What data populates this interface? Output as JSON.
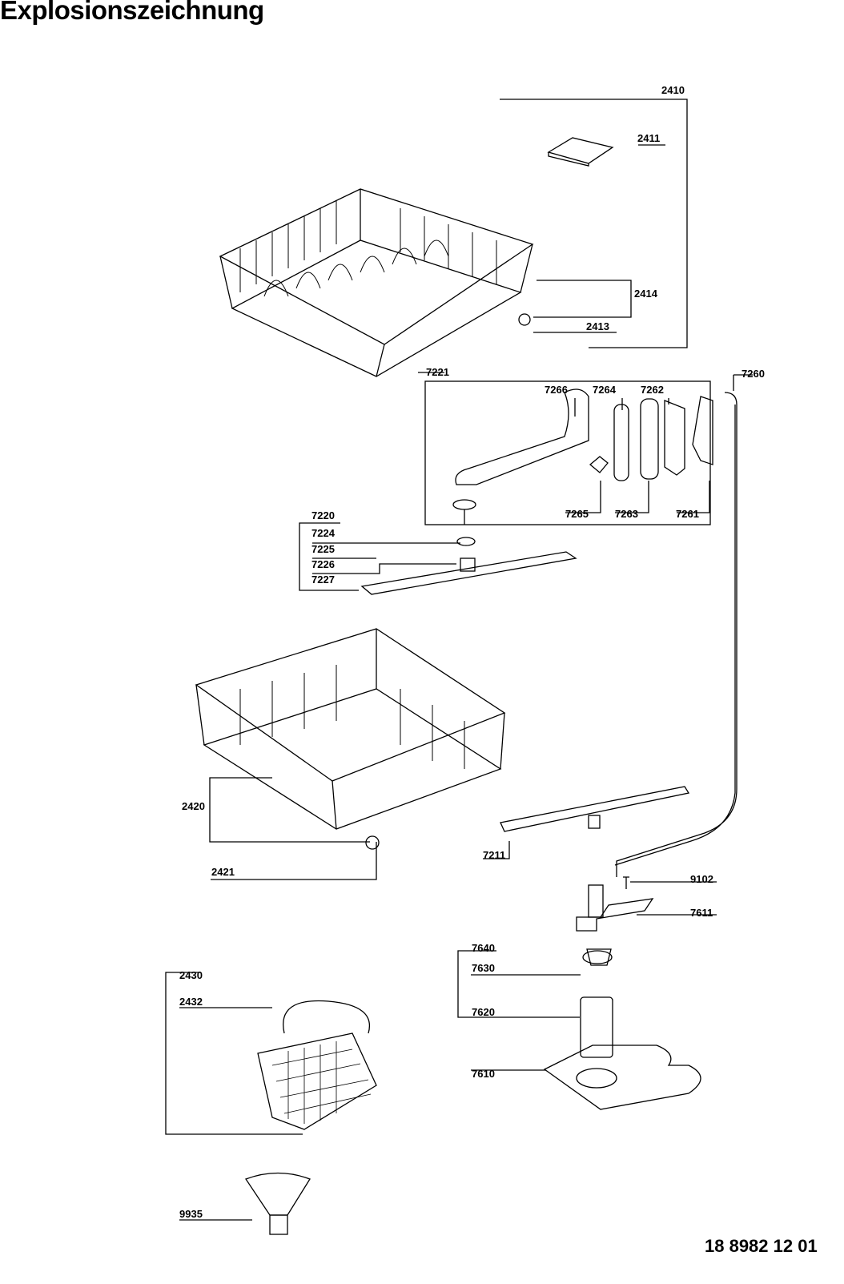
{
  "title": "Explosionszeichnung",
  "doc_number": "18 8982 12 01",
  "parts": {
    "p2410": "2410",
    "p2411": "2411",
    "p2414": "2414",
    "p2413": "2413",
    "p7221": "7221",
    "p7260": "7260",
    "p7266": "7266",
    "p7264": "7264",
    "p7262": "7262",
    "p7265": "7265",
    "p7263": "7263",
    "p7261": "7261",
    "p7220": "7220",
    "p7224": "7224",
    "p7225": "7225",
    "p7226": "7226",
    "p7227": "7227",
    "p2420": "2420",
    "p2421": "2421",
    "p7211": "7211",
    "p9102": "9102",
    "p7611": "7611",
    "p7640": "7640",
    "p7630": "7630",
    "p7620": "7620",
    "p7610": "7610",
    "p2430": "2430",
    "p2432": "2432",
    "p9935": "9935"
  }
}
